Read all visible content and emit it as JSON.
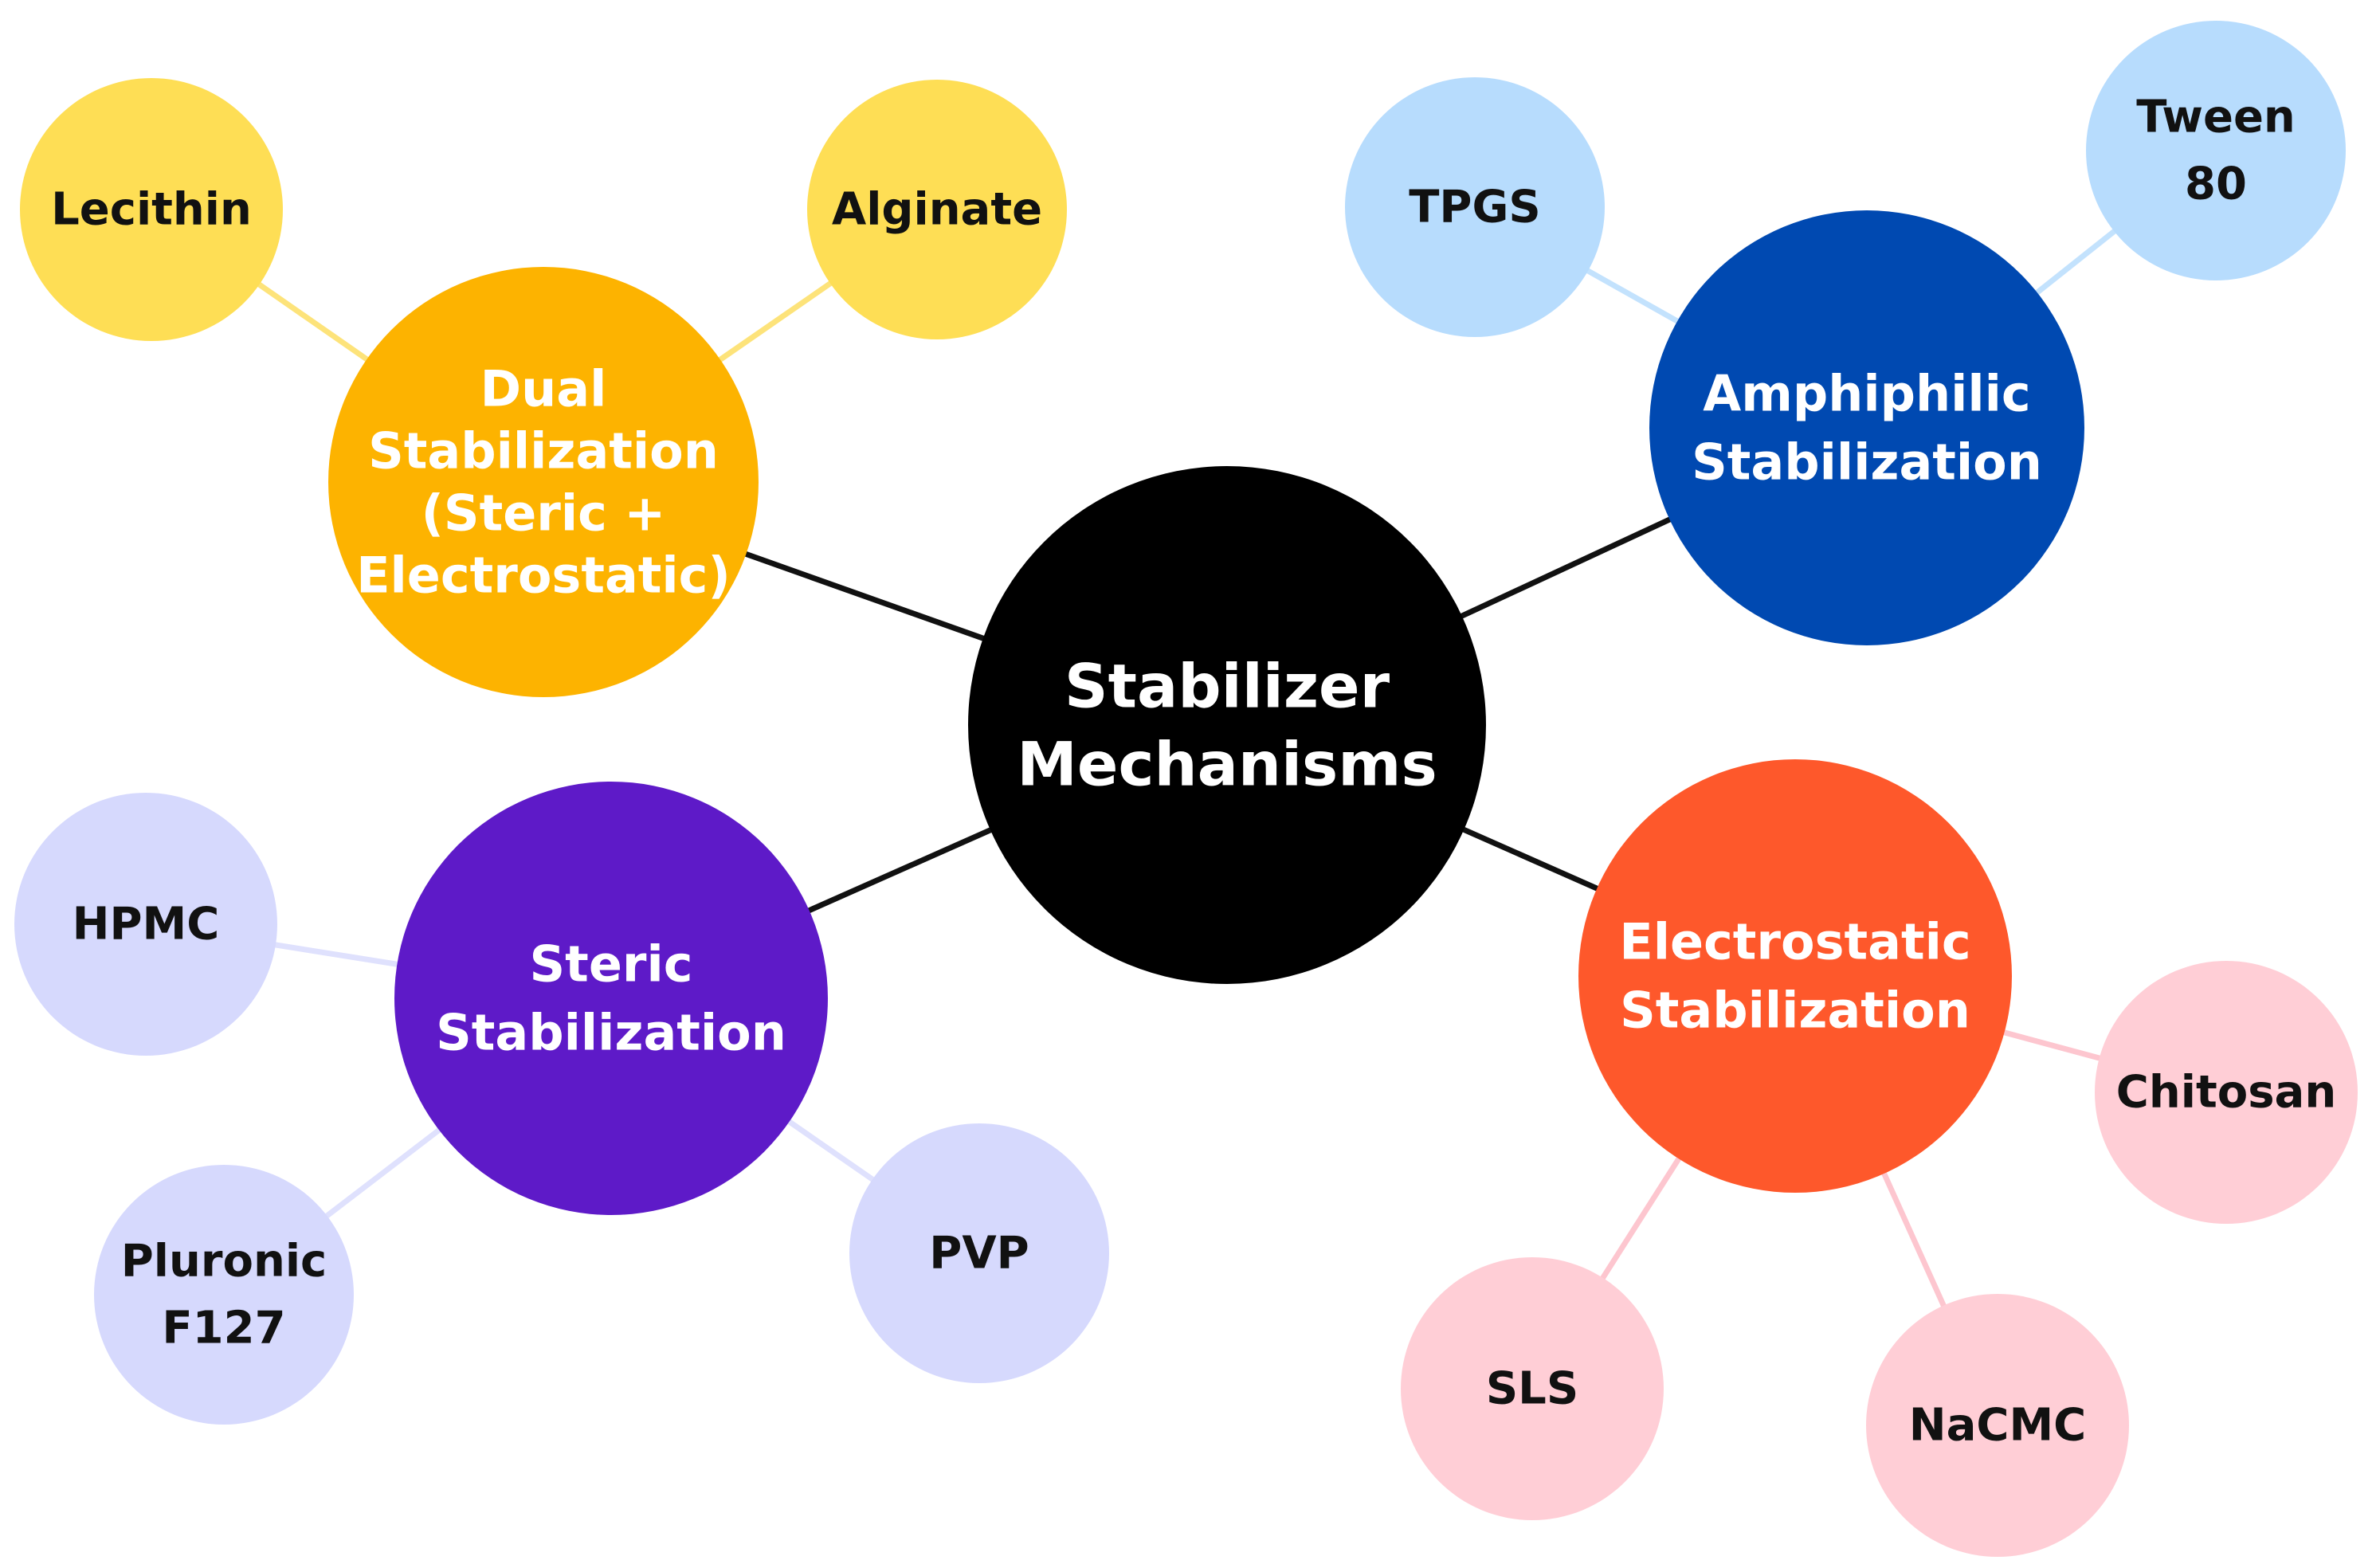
{
  "center": {
    "lines": [
      "Stabilizer",
      "Mechanisms"
    ],
    "color": "#000000",
    "text_color": "#ffffff"
  },
  "colors": {
    "link_center": "#111111",
    "dual": "#fdb300",
    "dual_leaf": "#fede55",
    "dual_link": "#fde37a",
    "amph": "#0049b1",
    "amph_leaf": "#b7dcfd",
    "amph_link": "#c3e2fd",
    "steric": "#5e1ac8",
    "steric_leaf": "#d6d9fd",
    "steric_link": "#dfe1fd",
    "electro": "#fe582b",
    "electro_leaf": "#ffced6",
    "electro_link": "#fdc6cf",
    "hub_text": "#ffffff",
    "leaf_text": "#111111"
  },
  "hubs": {
    "dual": {
      "lines": [
        "Dual",
        "Stabilization",
        "(Steric +",
        "Electrostatic)"
      ]
    },
    "amphiphilic": {
      "lines": [
        "Amphiphilic",
        "Stabilization"
      ]
    },
    "steric": {
      "lines": [
        "Steric",
        "Stabilization"
      ]
    },
    "electrostatic": {
      "lines": [
        "Electrostatic",
        "Stabilization"
      ]
    }
  },
  "leaves": {
    "lecithin": {
      "lines": [
        "Lecithin"
      ]
    },
    "alginate": {
      "lines": [
        "Alginate"
      ]
    },
    "tpgs": {
      "lines": [
        "TPGS"
      ]
    },
    "tween80": {
      "lines": [
        "Tween",
        "80"
      ]
    },
    "hpmc": {
      "lines": [
        "HPMC"
      ]
    },
    "pluronic": {
      "lines": [
        "Pluronic",
        "F127"
      ]
    },
    "pvp": {
      "lines": [
        "PVP"
      ]
    },
    "chitosan": {
      "lines": [
        "Chitosan"
      ]
    },
    "sls": {
      "lines": [
        "SLS"
      ]
    },
    "nacmc": {
      "lines": [
        "NaCMC"
      ]
    }
  }
}
